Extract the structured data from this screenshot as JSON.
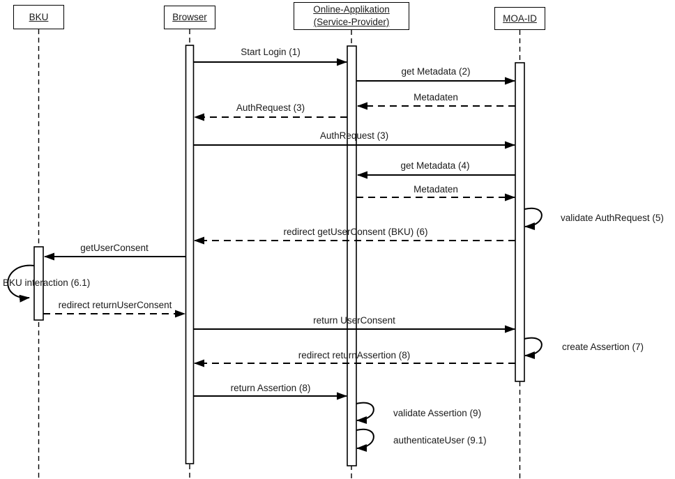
{
  "diagram": {
    "type": "uml-sequence",
    "background_color": "#ffffff",
    "line_color": "#000000",
    "text_color": "#1a1a1a"
  },
  "actors": [
    {
      "id": "bku",
      "label": "BKU"
    },
    {
      "id": "browser",
      "label": "Browser"
    },
    {
      "id": "online-app",
      "label": "Online-Applikation (Service-Provider)"
    },
    {
      "id": "moa-id",
      "label": "MOA-ID"
    }
  ],
  "messages": [
    {
      "label": "Start Login (1)",
      "from": "browser",
      "to": "online-app",
      "style": "solid"
    },
    {
      "label": "get Metadata (2)",
      "from": "online-app",
      "to": "moa-id",
      "style": "solid"
    },
    {
      "label": "Metadaten",
      "from": "moa-id",
      "to": "online-app",
      "style": "dashed"
    },
    {
      "label": "AuthRequest (3)",
      "from": "online-app",
      "to": "browser",
      "style": "dashed"
    },
    {
      "label": "AuthRequest (3)",
      "from": "browser",
      "to": "moa-id",
      "style": "solid"
    },
    {
      "label": "get Metadata (4)",
      "from": "moa-id",
      "to": "online-app",
      "style": "solid"
    },
    {
      "label": "Metadaten",
      "from": "online-app",
      "to": "moa-id",
      "style": "dashed"
    },
    {
      "label": "validate AuthRequest (5)",
      "from": "moa-id",
      "to": "moa-id",
      "style": "self"
    },
    {
      "label": "redirect getUserConsent (BKU) (6)",
      "from": "moa-id",
      "to": "browser",
      "style": "dashed"
    },
    {
      "label": "getUserConsent",
      "from": "browser",
      "to": "bku",
      "style": "solid"
    },
    {
      "label": "BKU interaction (6.1)",
      "from": "bku",
      "to": "bku",
      "style": "self"
    },
    {
      "label": "redirect returnUserConsent",
      "from": "bku",
      "to": "browser",
      "style": "dashed"
    },
    {
      "label": "return UserConsent",
      "from": "browser",
      "to": "moa-id",
      "style": "solid"
    },
    {
      "label": "create Assertion (7)",
      "from": "moa-id",
      "to": "moa-id",
      "style": "self"
    },
    {
      "label": "redirect returnAssertion (8)",
      "from": "moa-id",
      "to": "browser",
      "style": "dashed"
    },
    {
      "label": "return Assertion (8)",
      "from": "browser",
      "to": "online-app",
      "style": "solid"
    },
    {
      "label": "validate Assertion (9)",
      "from": "online-app",
      "to": "online-app",
      "style": "self"
    },
    {
      "label": "authenticateUser (9.1)",
      "from": "online-app",
      "to": "online-app",
      "style": "self"
    }
  ]
}
